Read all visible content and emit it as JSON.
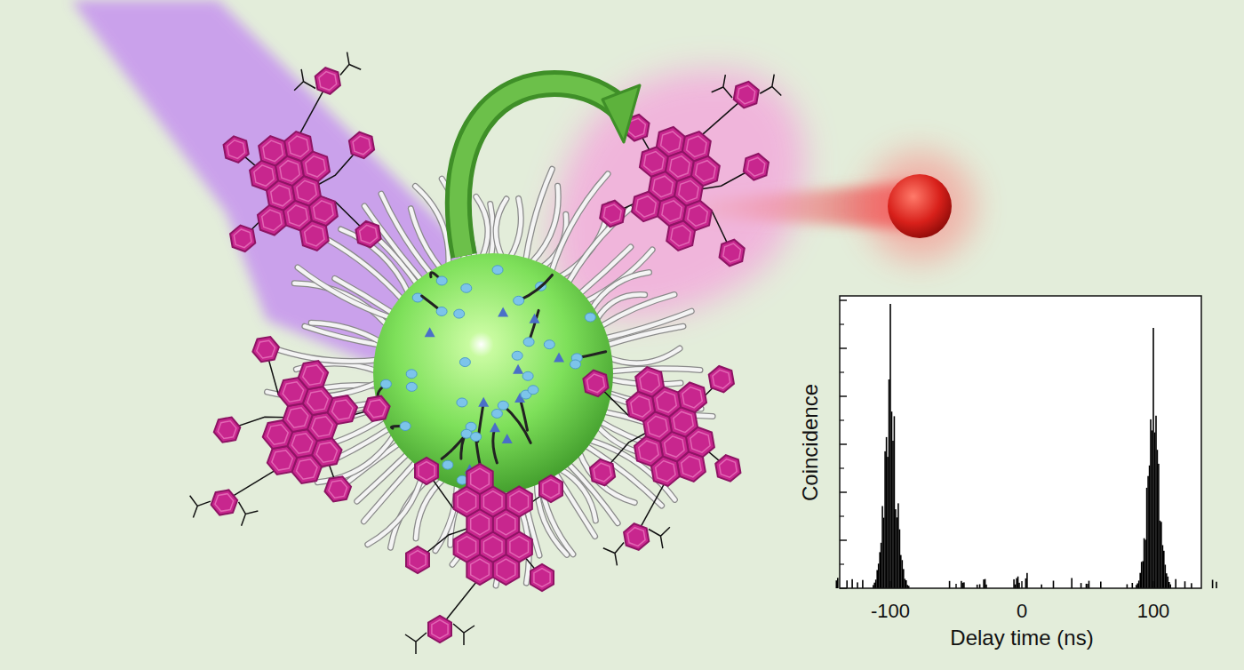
{
  "diagram": {
    "labels": [
      "Coincidence",
      "-100",
      "0",
      "100",
      "Delay time (ns)"
    ]
  }
}
